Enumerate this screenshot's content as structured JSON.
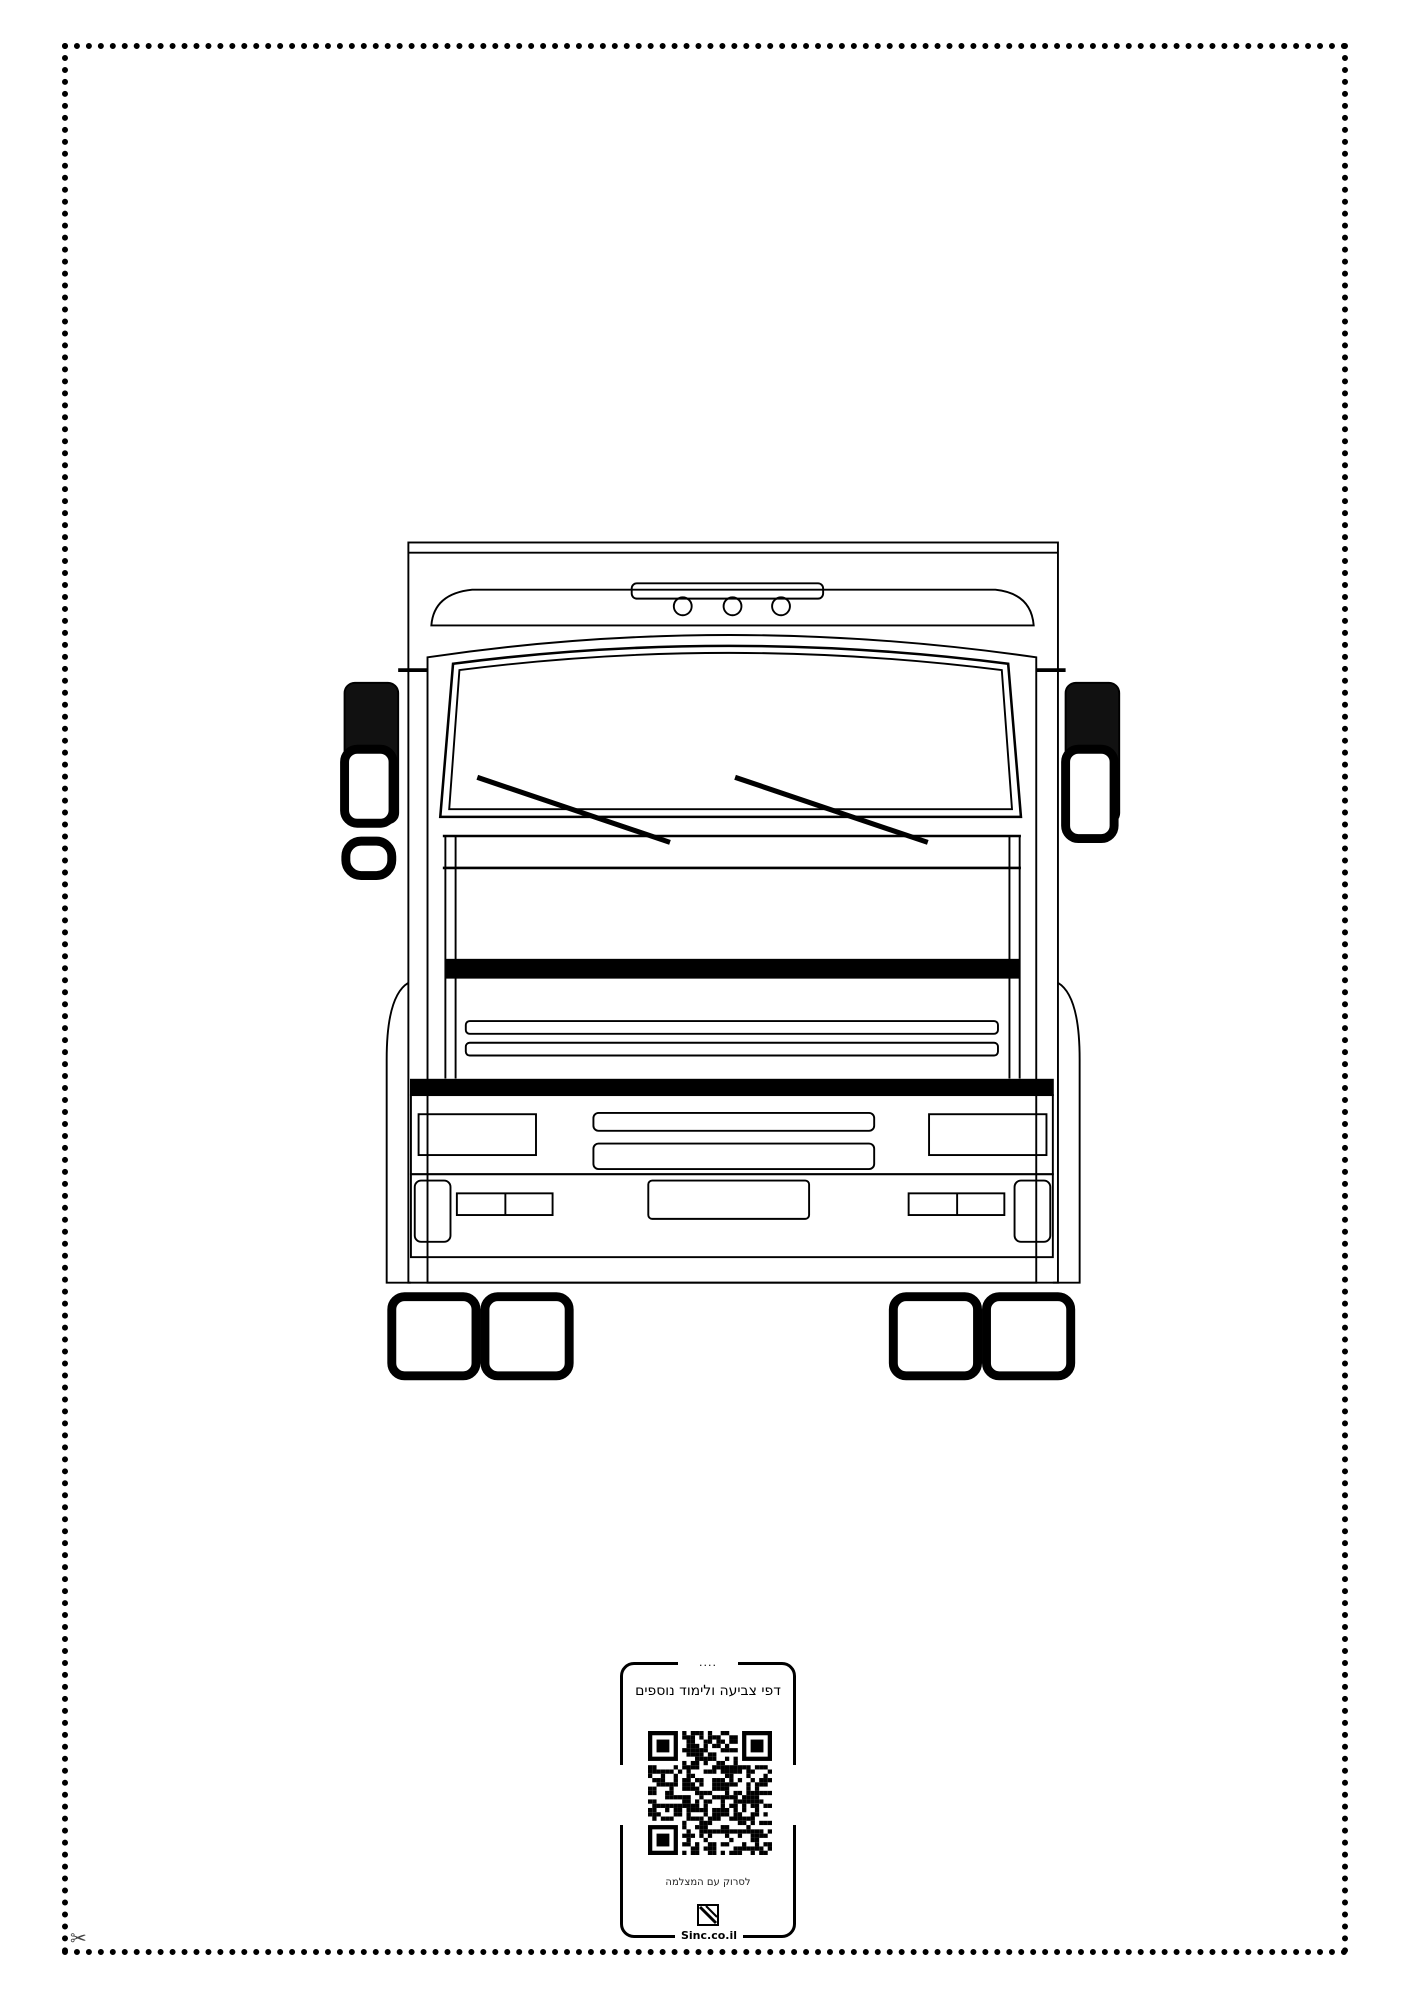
{
  "card": {
    "dots": "....",
    "title": "דפי צביעה ולימוד נוספים",
    "scan_text": "לסרוק עם המצלמה",
    "brand": "Sinc.co.il"
  },
  "scissors_glyph": "✂"
}
